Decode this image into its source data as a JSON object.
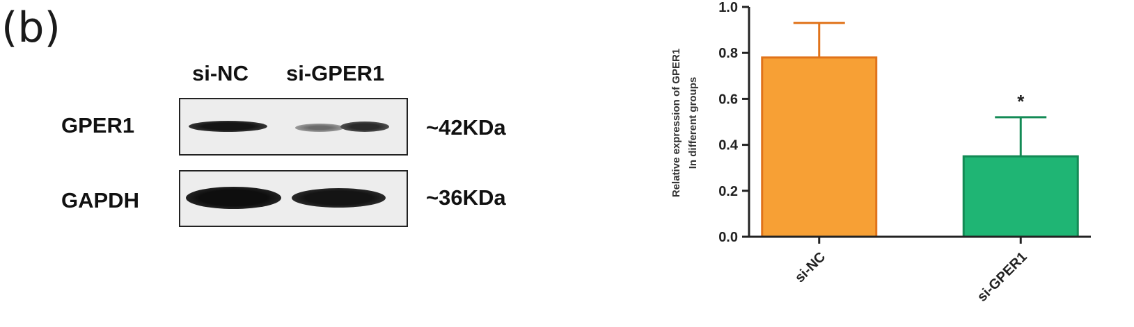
{
  "panel_label": "(b)",
  "western_blot": {
    "lanes": [
      "si-NC",
      "si-GPER1"
    ],
    "rows": [
      {
        "protein": "GPER1",
        "size": "~42KDa",
        "lane_intensity": [
          0.95,
          0.45
        ]
      },
      {
        "protein": "GAPDH",
        "size": "~36KDa",
        "lane_intensity": [
          1.0,
          0.95
        ]
      }
    ]
  },
  "chart_data": {
    "type": "bar",
    "categories": [
      "si-NC",
      "si-GPER1"
    ],
    "values": [
      0.78,
      0.35
    ],
    "errors": [
      0.15,
      0.17
    ],
    "colors": [
      "#f7a035",
      "#1fb574"
    ],
    "edge_colors": [
      "#e0731a",
      "#138a55"
    ],
    "significance": [
      "",
      "*"
    ],
    "title": "",
    "xlabel": "",
    "ylabel": [
      "Relative expression of GPER1",
      "In different groups"
    ],
    "ylim": [
      0,
      1.0
    ],
    "yticks": [
      "0.0",
      "0.2",
      "0.4",
      "0.6",
      "0.8",
      "1.0"
    ],
    "grid": false
  }
}
